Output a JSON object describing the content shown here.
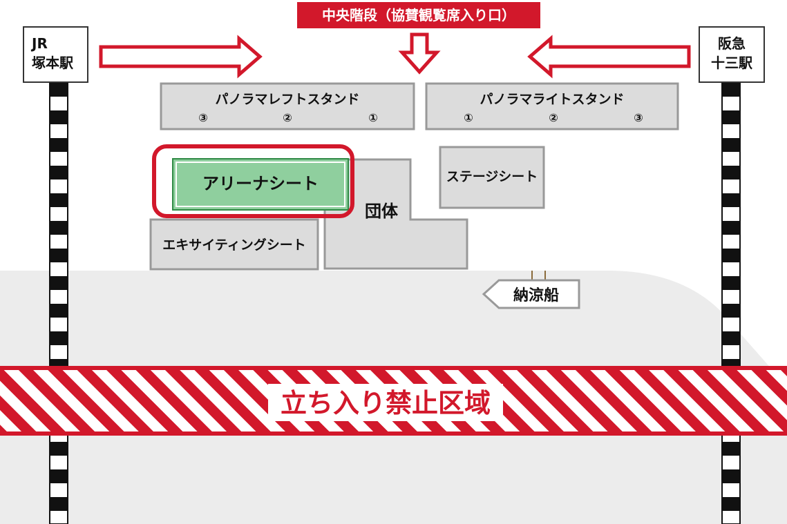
{
  "entrance": {
    "label": "中央階段（協賛観覧席入り口）"
  },
  "stations": {
    "left": {
      "line1": "JR",
      "line2": "塚本駅"
    },
    "right": {
      "line1": "阪急",
      "line2": "十三駅"
    }
  },
  "stands": {
    "left": {
      "label": "パノラマレフトスタンド",
      "blocks": [
        "③",
        "②",
        "①"
      ]
    },
    "right": {
      "label": "パノラマライトスタンド",
      "blocks": [
        "①",
        "②",
        "③"
      ]
    }
  },
  "seats": {
    "arena": "アリーナシート",
    "group": "団体",
    "stage": "ステージシート",
    "exciting": "エキサイティングシート"
  },
  "boat": {
    "label": "納涼船"
  },
  "restricted": {
    "label": "立ち入り禁止区域"
  },
  "highlighted_area": "アリーナシート",
  "colors": {
    "accent_red": "#d2182b",
    "highlight_green": "#8fcf9e",
    "block_gray": "#dcdcdc",
    "border_gray": "#999999",
    "river_gray": "#ececec"
  },
  "icons": {
    "arrows": "arrow-right, arrow-down, arrow-left",
    "boat_direction": "arrow-left",
    "railway": "railway-track"
  }
}
